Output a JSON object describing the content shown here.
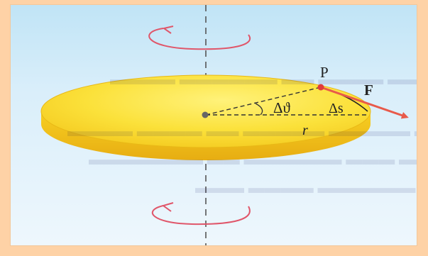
{
  "diagram": {
    "point_label": "P",
    "force_label": "F",
    "angle_label": "Δϑ",
    "arc_label": "Δs",
    "radius_label": "r"
  },
  "colors": {
    "frame": "#fed2a6",
    "disk": "#f8d21e",
    "force_arrow": "#e85a4a",
    "point": "#e23b3b",
    "rotation_arrows": "#e0566a"
  },
  "icons": {
    "top_rotation": "curved-rotation-arrow",
    "bottom_rotation": "curved-rotation-arrow"
  }
}
